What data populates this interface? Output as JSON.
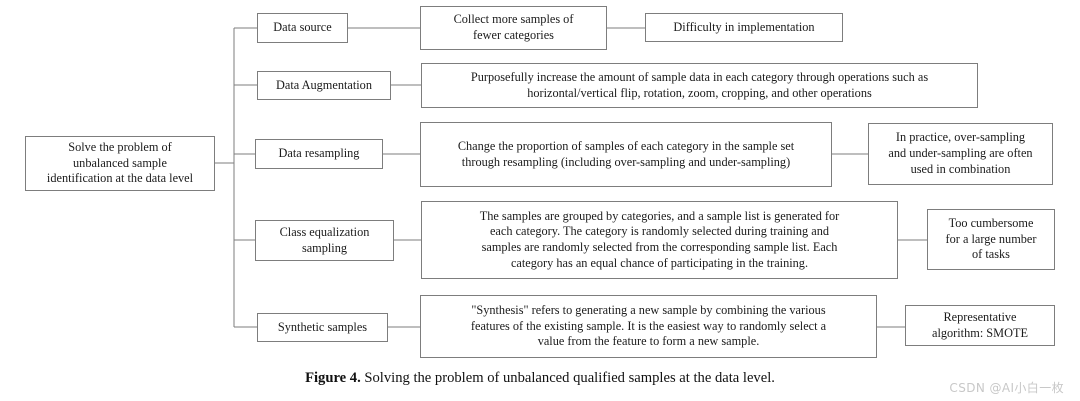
{
  "figure": {
    "caption_label": "Figure 4.",
    "caption_text": " Solving the problem of unbalanced qualified samples at the data level.",
    "watermark": "CSDN @AI小白一枚",
    "line_color": "#7d7d7d",
    "text_color": "#1b1b1b",
    "background": "#ffffff"
  },
  "diagram": {
    "type": "tree",
    "orientation": "left-to-right",
    "root": {
      "id": "root",
      "label": "Solve the problem of\nunbalanced sample\nidentification at the data level"
    },
    "branches": [
      {
        "id": "data-source",
        "label": "Data source",
        "description": "Collect more samples of\nfewer categories",
        "note": "Difficulty in implementation"
      },
      {
        "id": "data-augmentation",
        "label": "Data Augmentation",
        "description": "Purposefully increase the amount of sample data in each category through operations such as\nhorizontal/vertical flip, rotation, zoom, cropping, and other operations",
        "note": ""
      },
      {
        "id": "data-resampling",
        "label": "Data resampling",
        "description": "Change the proportion of samples of each category in the sample set\nthrough resampling (including over-sampling and under-sampling)",
        "note": "In practice, over-sampling\nand under-sampling are often\nused in combination"
      },
      {
        "id": "class-equalization-sampling",
        "label": "Class equalization\nsampling",
        "description": "The samples are grouped by categories, and a sample list is generated for\neach category. The category is randomly selected during training and\nsamples are randomly selected from the corresponding sample list. Each\ncategory has an equal chance of participating in the training.",
        "note": "Too cumbersome\nfor a large number\nof tasks"
      },
      {
        "id": "synthetic-samples",
        "label": "Synthetic samples",
        "description": "\"Synthesis\" refers to generating a new sample by combining the various\nfeatures of the existing sample. It is the easiest way to randomly select a\nvalue from the feature to form a new sample.",
        "note": "Representative\nalgorithm: SMOTE"
      }
    ]
  }
}
